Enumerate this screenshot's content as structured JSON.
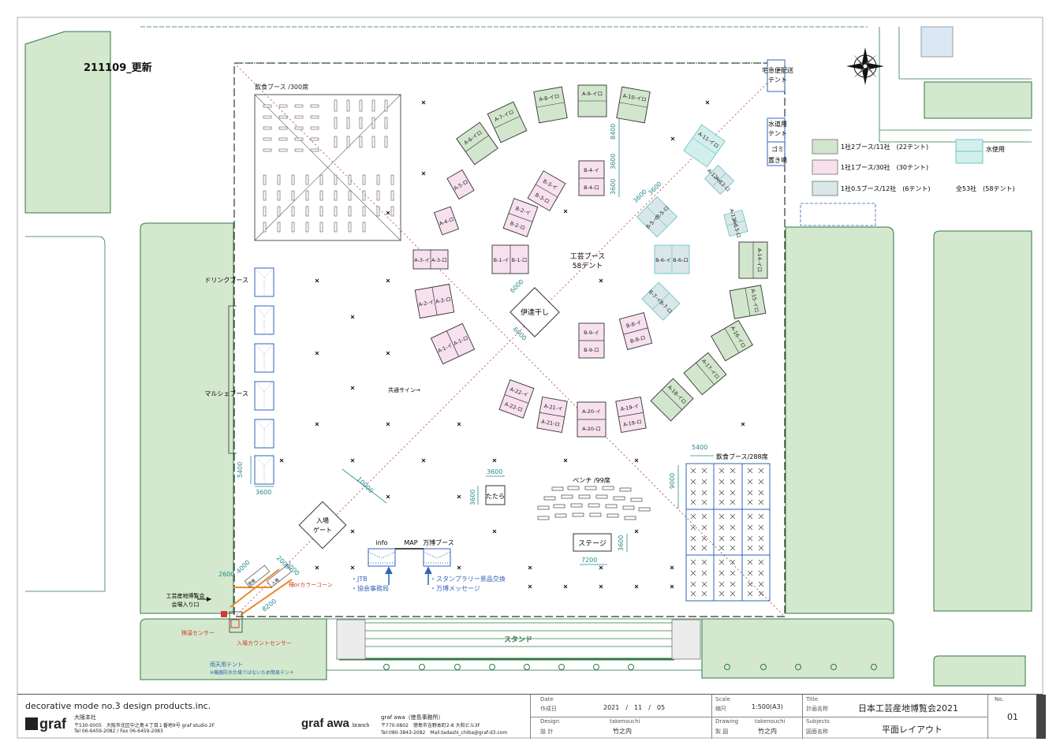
{
  "update_label": "211109_更新",
  "site": {
    "food_booth_a": "飲食ブース /300席",
    "food_booth_b": "飲食ブース/288席",
    "drink_booth": "ドリンクブース",
    "marche_booth": "マルシェブース",
    "craft_booth": "工芸ブース",
    "craft_tents": "58テント",
    "date_hoshi": "伊達干し",
    "tatara": "たたら",
    "bench": "ベンチ /99席",
    "stage": "ステージ",
    "gate_line1": "入場",
    "gate_line2": "ゲート",
    "common_sign": "共通サイン→",
    "delivery_tent_line1": "宅急便配送",
    "delivery_tent_line2": "テント",
    "water_tent_line1": "水道用",
    "water_tent_line2": "テント",
    "garbage_line1": "ゴミ",
    "garbage_line2": "置き場",
    "info": "info",
    "map": "MAP",
    "expo_booth": "万博ブース",
    "jtb": "・JTB",
    "assoc_office": "・協会事務局",
    "stamp_rally": "・スタンプラリー景品交換",
    "expo_message": "・万博メッセージ",
    "entrance_line1": "工芸産地博覧会",
    "entrance_line2": "会場入り口",
    "color_cone": "柵orカラーコーン",
    "temp_sensor": "検温センサー",
    "count_sensor": "入場カウントセンサー",
    "rain_tent": "雨天用テント",
    "rain_tent_note": "※機器防水仕様ではないため簡易テント",
    "stand": "スタンド",
    "exit_label": "退場",
    "enter_label": "入場"
  },
  "dimensions": [
    "8400",
    "3600",
    "3600",
    "3600",
    "3600",
    "6000",
    "6000",
    "10000",
    "5400",
    "3600",
    "3600",
    "3600",
    "9000",
    "5400",
    "3600",
    "7200",
    "2600",
    "4000",
    "2000",
    "2000",
    "8200"
  ],
  "legend": {
    "items": [
      {
        "label": "1社2ブース/11社　(22テント)",
        "color": "#d2e6cd"
      },
      {
        "label": "1社1ブース/30社　(30テント)",
        "color": "#f7e1ee"
      },
      {
        "label": "1社0.5ブース/12社　(6テント)",
        "color": "#d9e7e8"
      }
    ],
    "water_label": "水使用",
    "water_color": "#d3efec",
    "total": "全53社　(58テント)"
  },
  "booths": {
    "outer": [
      "A-1-イ",
      "A-1-ロ",
      "A-2-イ",
      "A-2-ロ",
      "A-3-イ",
      "A-3-ロ",
      "A-4-ロ",
      "A-5-ロ",
      "A-6-イロ",
      "A-7-イロ",
      "A-8-イロ",
      "A-9-イロ",
      "A-10-イロ",
      "A-11-イロ",
      "A-12-イ",
      "A-12-ロ",
      "A-13-イ",
      "A-13-ロ",
      "A-14-イロ",
      "A-15-イロ",
      "A-16-イロ",
      "A-17-イロ",
      "A-18-イロ",
      "A-19-イ",
      "A-19-ロ",
      "A-20-イ",
      "A-20-ロ",
      "A-21-イ",
      "A-21-ロ",
      "A-22-イ",
      "A-22-ロ"
    ],
    "inner": [
      "B-1-イ",
      "B-1-ロ",
      "B-2-イ",
      "B-2-ロ",
      "B-3-イ",
      "B-3-ロ",
      "B-4-イ",
      "B-4-ロ",
      "B-5-イ",
      "B-5-ロ",
      "B-6-イ",
      "B-6-ロ",
      "B-7-イ",
      "B-7-ロ",
      "B-8-イ",
      "B-8-ロ",
      "B-9-イ",
      "B-9-ロ"
    ]
  },
  "title_block": {
    "company": "decorative mode no.3 design products.inc.",
    "logo1": "graf",
    "office1_name": "大阪本社",
    "office1_addr": "〒530-0005　大阪市北区中之島４丁目１番地9号 graf studio 2F",
    "office1_tel": "Tel 06-6459-2082 / Fax 06-6459-2083",
    "logo2": "graf awa",
    "logo2_small": "branch",
    "office2_name": "graf awa（徳島事務所）",
    "office2_addr": "〒770-0802　徳島市吉野本町2-8 大和ビル3F",
    "office2_tel": "Tel:080-3843-2082　Mail:tadashi_chiba@graf-d3.com",
    "date_label_en": "Date",
    "date_label_jp": "作成日",
    "date_value": "2021　/　11　/　05",
    "design_label_en": "Design",
    "design_label_jp": "設 計",
    "design_en": "takenouchi",
    "design_jp": "竹之内",
    "scale_label_en": "Scale",
    "scale_label_jp": "縮尺",
    "scale_value": "1:500(A3)",
    "drawing_label_en": "Drawing",
    "drawing_label_jp": "製 図",
    "drawing_en": "takenouchi",
    "drawing_jp": "竹之内",
    "title_label_en": "Title",
    "title_label_jp": "計画名称",
    "title_value": "日本工芸産地博覧会2021",
    "subjects_label_en": "Subjects",
    "subjects_label_jp": "図面名称",
    "subjects_value": "平面レイアウト",
    "no_label": "No.",
    "no_value": "01"
  }
}
